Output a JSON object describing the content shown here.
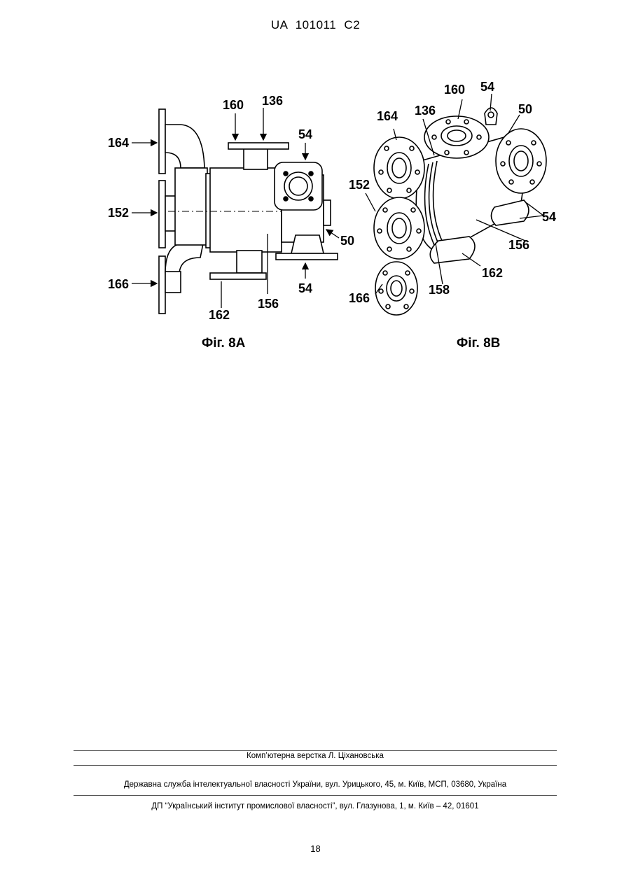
{
  "header": {
    "text": "UA   101011   C2"
  },
  "figure_a": {
    "caption": "Фіг. 8А",
    "labels": {
      "l164": "164",
      "l152": "152",
      "l166": "166",
      "l160": "160",
      "l136": "136",
      "l54a": "54",
      "l50": "50",
      "l54b": "54",
      "l162": "162",
      "l156": "156"
    }
  },
  "figure_b": {
    "caption": "Фіг. 8В",
    "labels": {
      "l164": "164",
      "l136": "136",
      "l160": "160",
      "l54a": "54",
      "l50": "50",
      "l152": "152",
      "l54b": "54",
      "l156": "156",
      "l162": "162",
      "l158": "158",
      "l166": "166"
    }
  },
  "footer": {
    "line1": "Комп’ютерна верстка Л. Ціхановська",
    "line2": "Державна служба інтелектуальної власності України, вул. Урицького, 45, м. Київ, МСП, 03680, Україна",
    "line3": "ДП “Український інститут промислової власності”, вул. Глазунова, 1, м. Київ – 42, 01601"
  },
  "page_number": "18"
}
